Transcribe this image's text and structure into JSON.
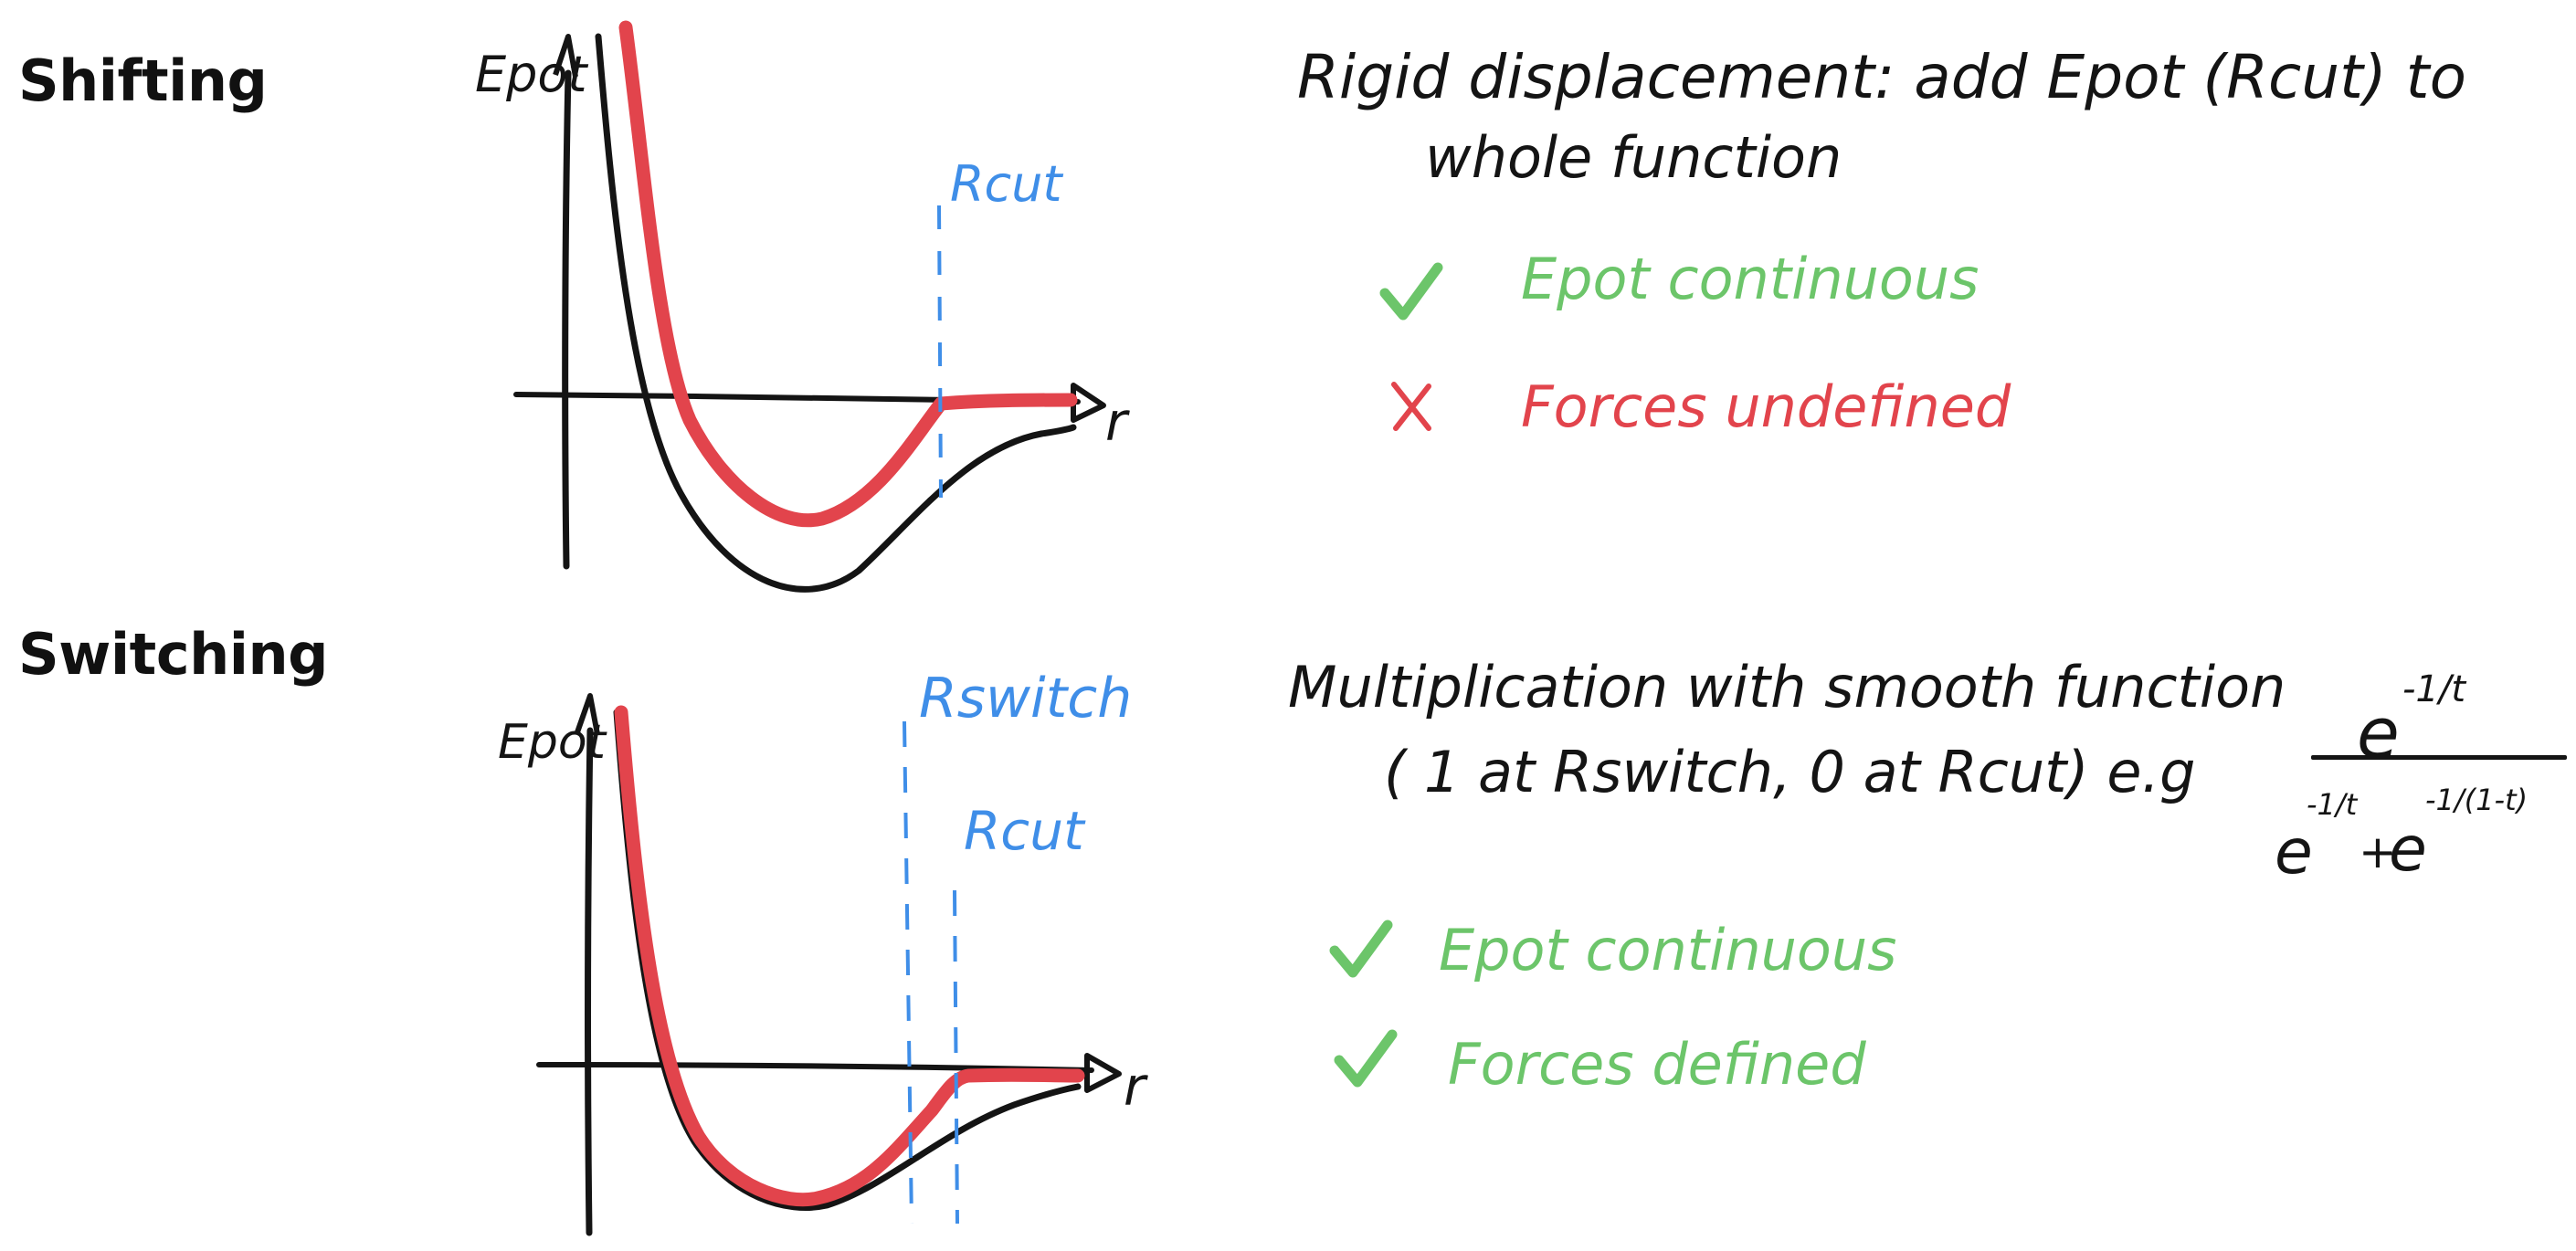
{
  "sections": [
    {
      "heading": "Shifting",
      "plot": {
        "y_label": "Epot",
        "x_label": "r",
        "marker_1": "Rcut"
      },
      "description_line1": "Rigid displacement:  add Epot (Rcut) to",
      "description_line2": "whole function",
      "check_1": {
        "label": "Epot continuous",
        "mark": "check",
        "color": "#6cc56a"
      },
      "check_2": {
        "label": "Forces undefined",
        "mark": "cross",
        "color": "#e2444c"
      }
    },
    {
      "heading": "Switching",
      "plot": {
        "y_label": "Epot",
        "x_label": "r",
        "marker_1": "Rswitch",
        "marker_2": "Rcut"
      },
      "description_line1": "Multiplication with smooth function",
      "description_line2": "( 1 at Rswitch,  0 at Rcut)  e.g",
      "formula": {
        "numerator": "e",
        "numerator_exp": "-1/t",
        "denominator_base_1": "e",
        "denominator_exp_1": "-1/t",
        "plus": "+",
        "denominator_base_2": "e",
        "denominator_exp_2": "-1/(1-t)"
      },
      "check_1": {
        "label": "Epot continuous",
        "mark": "check",
        "color": "#6cc56a"
      },
      "check_2": {
        "label": "Forces defined",
        "mark": "check",
        "color": "#6cc56a"
      }
    }
  ],
  "colors": {
    "ink": "#141414",
    "red_curve": "#e2444c",
    "blue_marker": "#3f8ee8",
    "green_text": "#6cc56a"
  }
}
